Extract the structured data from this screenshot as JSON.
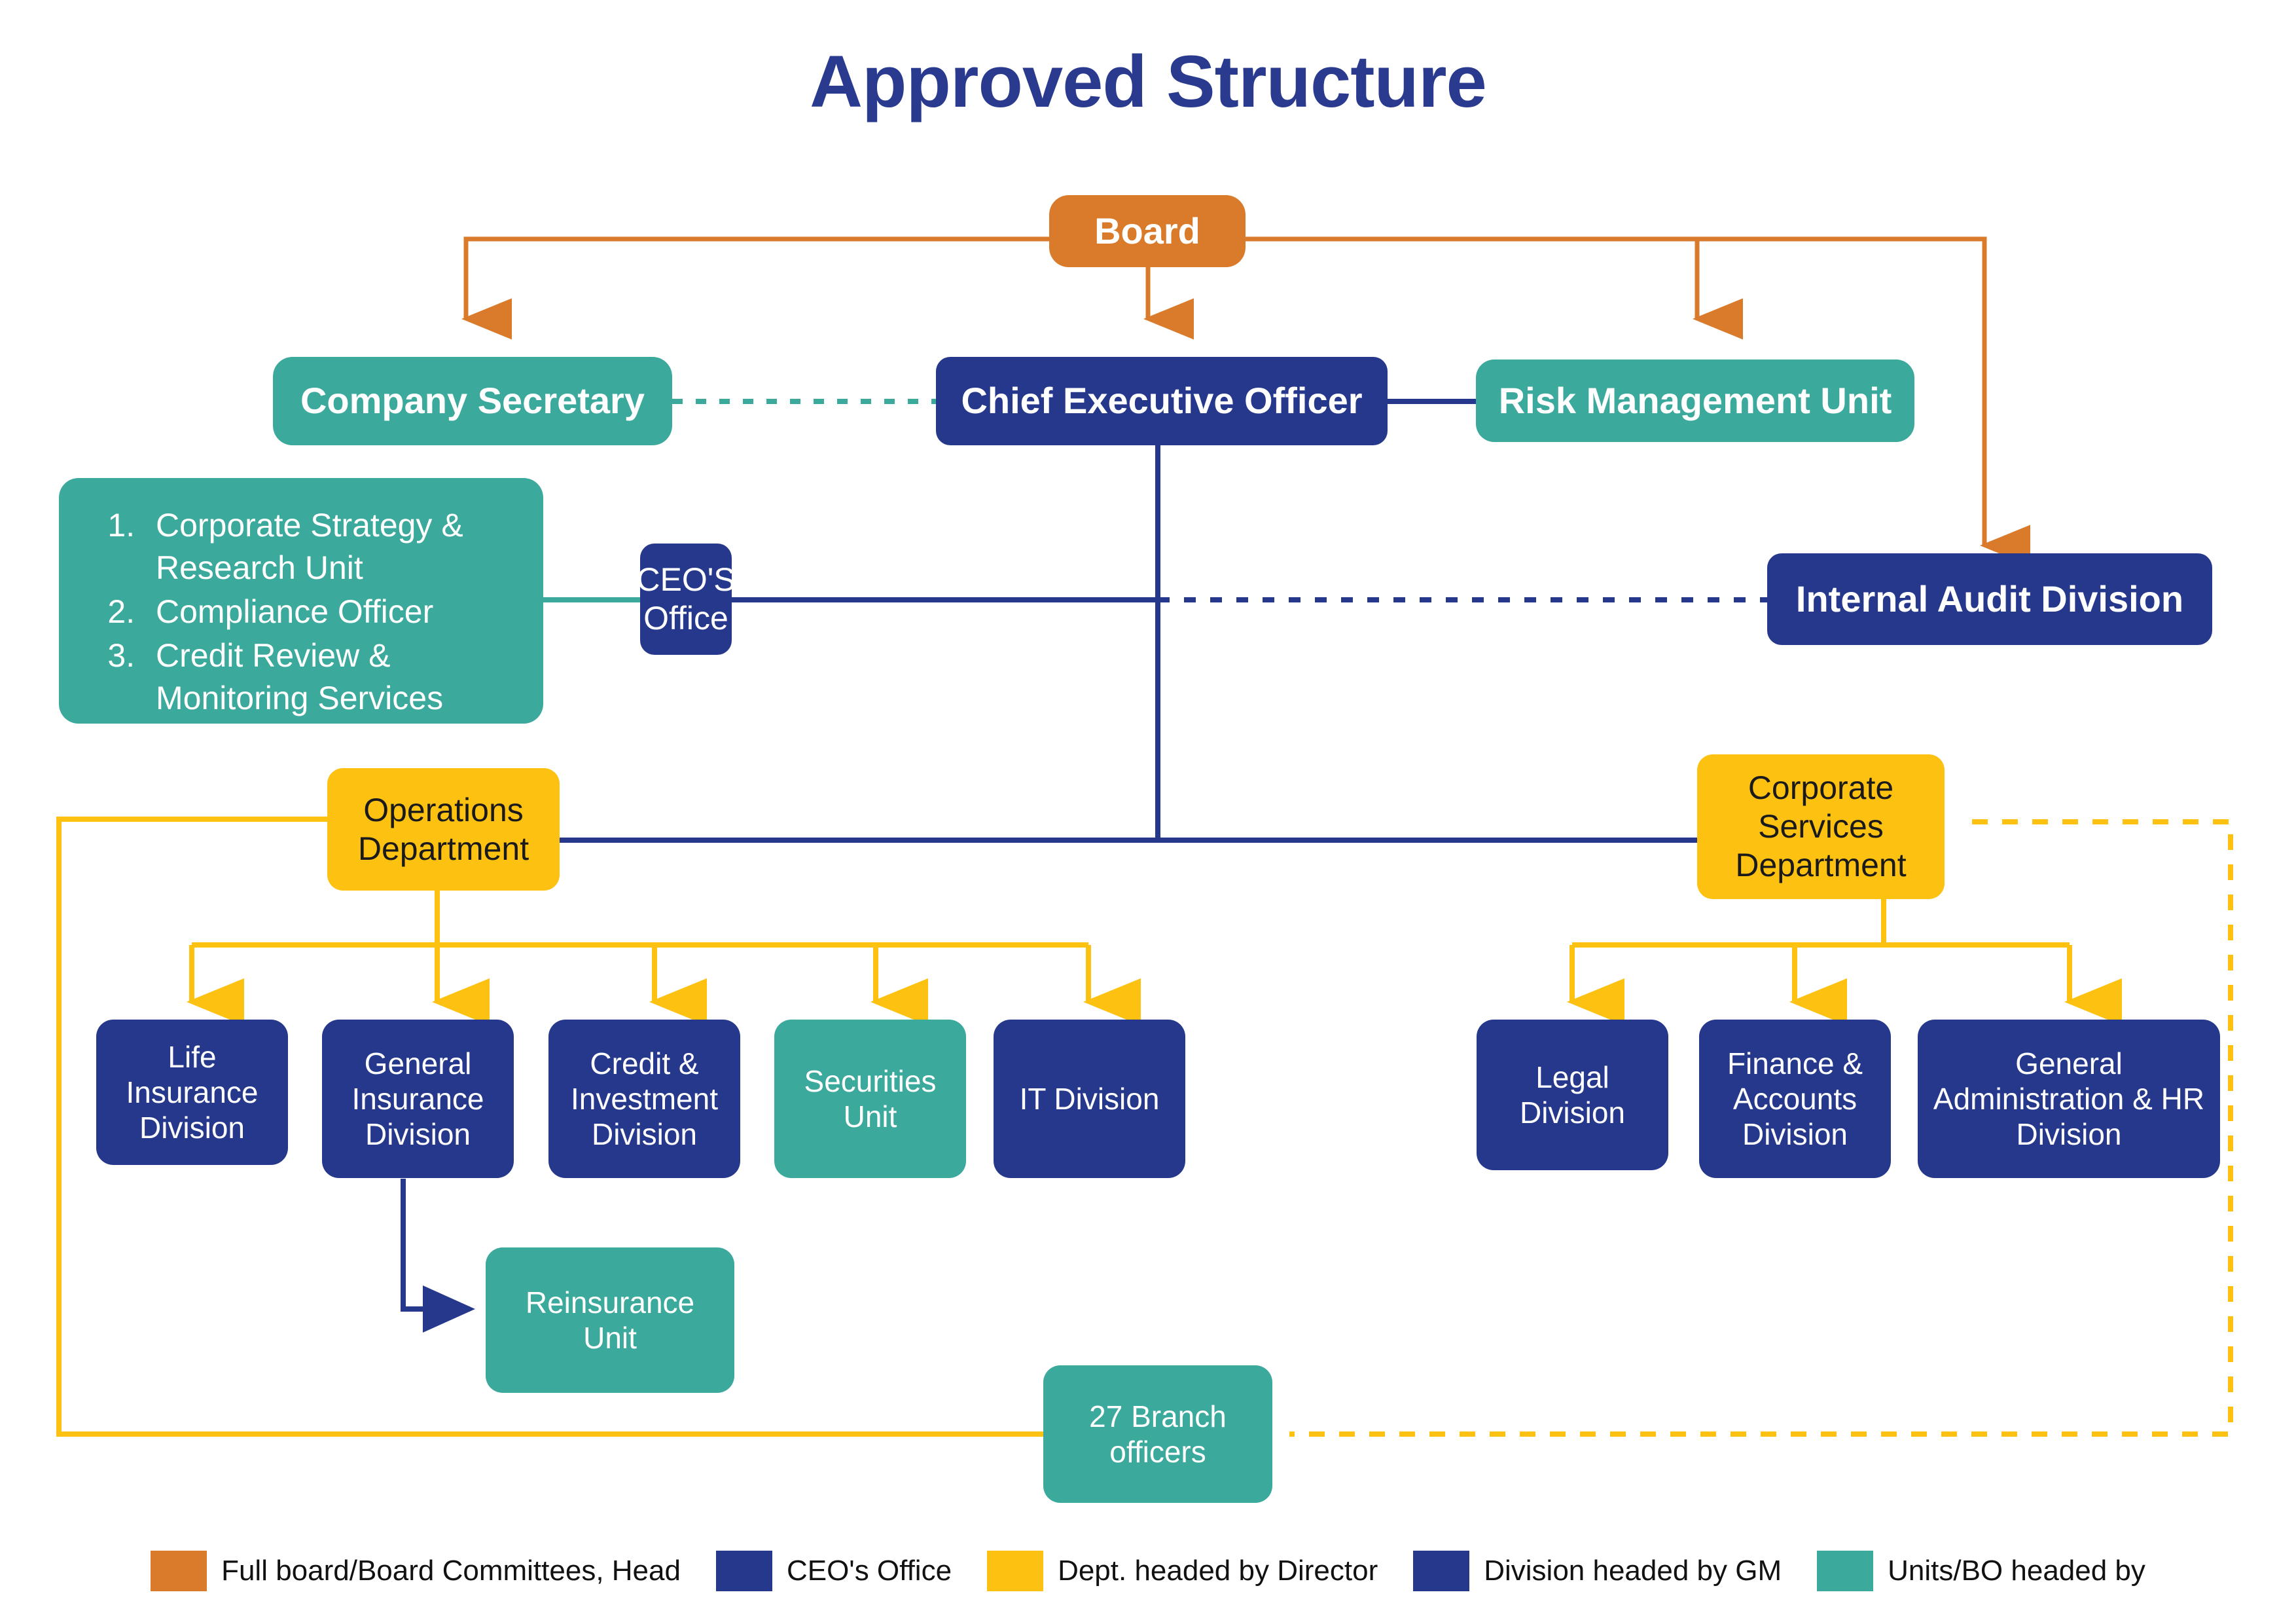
{
  "title": "Approved Structure",
  "palette": {
    "orange": "#D97B2B",
    "teal": "#3BA99C",
    "navy": "#26388C",
    "yellow": "#FDC111",
    "title_blue": "#2A3B8F",
    "background": "#FFFFFF"
  },
  "nodes": {
    "board": "Board",
    "company_secretary": "Company Secretary",
    "ceo": "Chief Executive Officer",
    "risk_management_unit": "Risk Management Unit",
    "ceos_office": "CEO'S Office",
    "internal_audit": "Internal Audit Division",
    "operations_department": "Operations Department",
    "corporate_services_department": "Corporate Services Department",
    "life_insurance": "Life Insurance Division",
    "general_insurance": "General Insurance Division",
    "credit_investment": "Credit & Investment Division",
    "securities_unit": "Securities Unit",
    "it_division": "IT Division",
    "reinsurance_unit": "Reinsurance Unit",
    "legal_division": "Legal Division",
    "finance_accounts": "Finance & Accounts Division",
    "general_admin_hr": "General Administration & HR Division",
    "branch_officers": "27 Branch officers"
  },
  "ceo_units_list": [
    "Corporate Strategy & Research Unit",
    "Compliance Officer",
    "Credit Review & Monitoring Services"
  ],
  "legend": [
    {
      "color": "#D97B2B",
      "label": "Full board/Board Committees, Head"
    },
    {
      "color": "#26388C",
      "label": "CEO's Office"
    },
    {
      "color": "#FDC111",
      "label": "Dept. headed by Director"
    },
    {
      "color": "#26388C",
      "label": "Division headed by GM"
    },
    {
      "color": "#3BA99C",
      "label": "Units/BO headed by"
    }
  ]
}
